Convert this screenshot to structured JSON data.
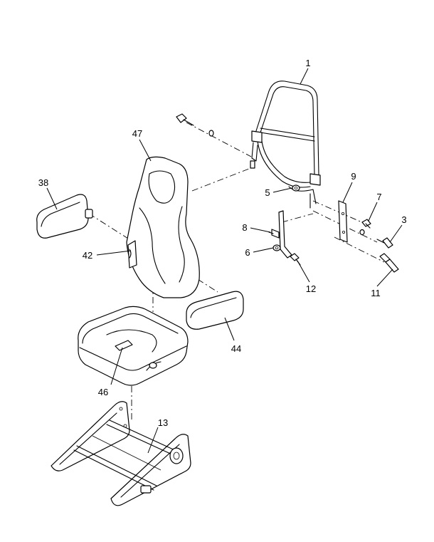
{
  "callouts": {
    "c1": "1",
    "c3": "3",
    "c5": "5",
    "c6": "6",
    "c7": "7",
    "c8": "8",
    "c9": "9",
    "c11": "11",
    "c12": "12",
    "c13": "13",
    "c38": "38",
    "c42": "42",
    "c44": "44",
    "c46": "46",
    "c47": "47"
  }
}
